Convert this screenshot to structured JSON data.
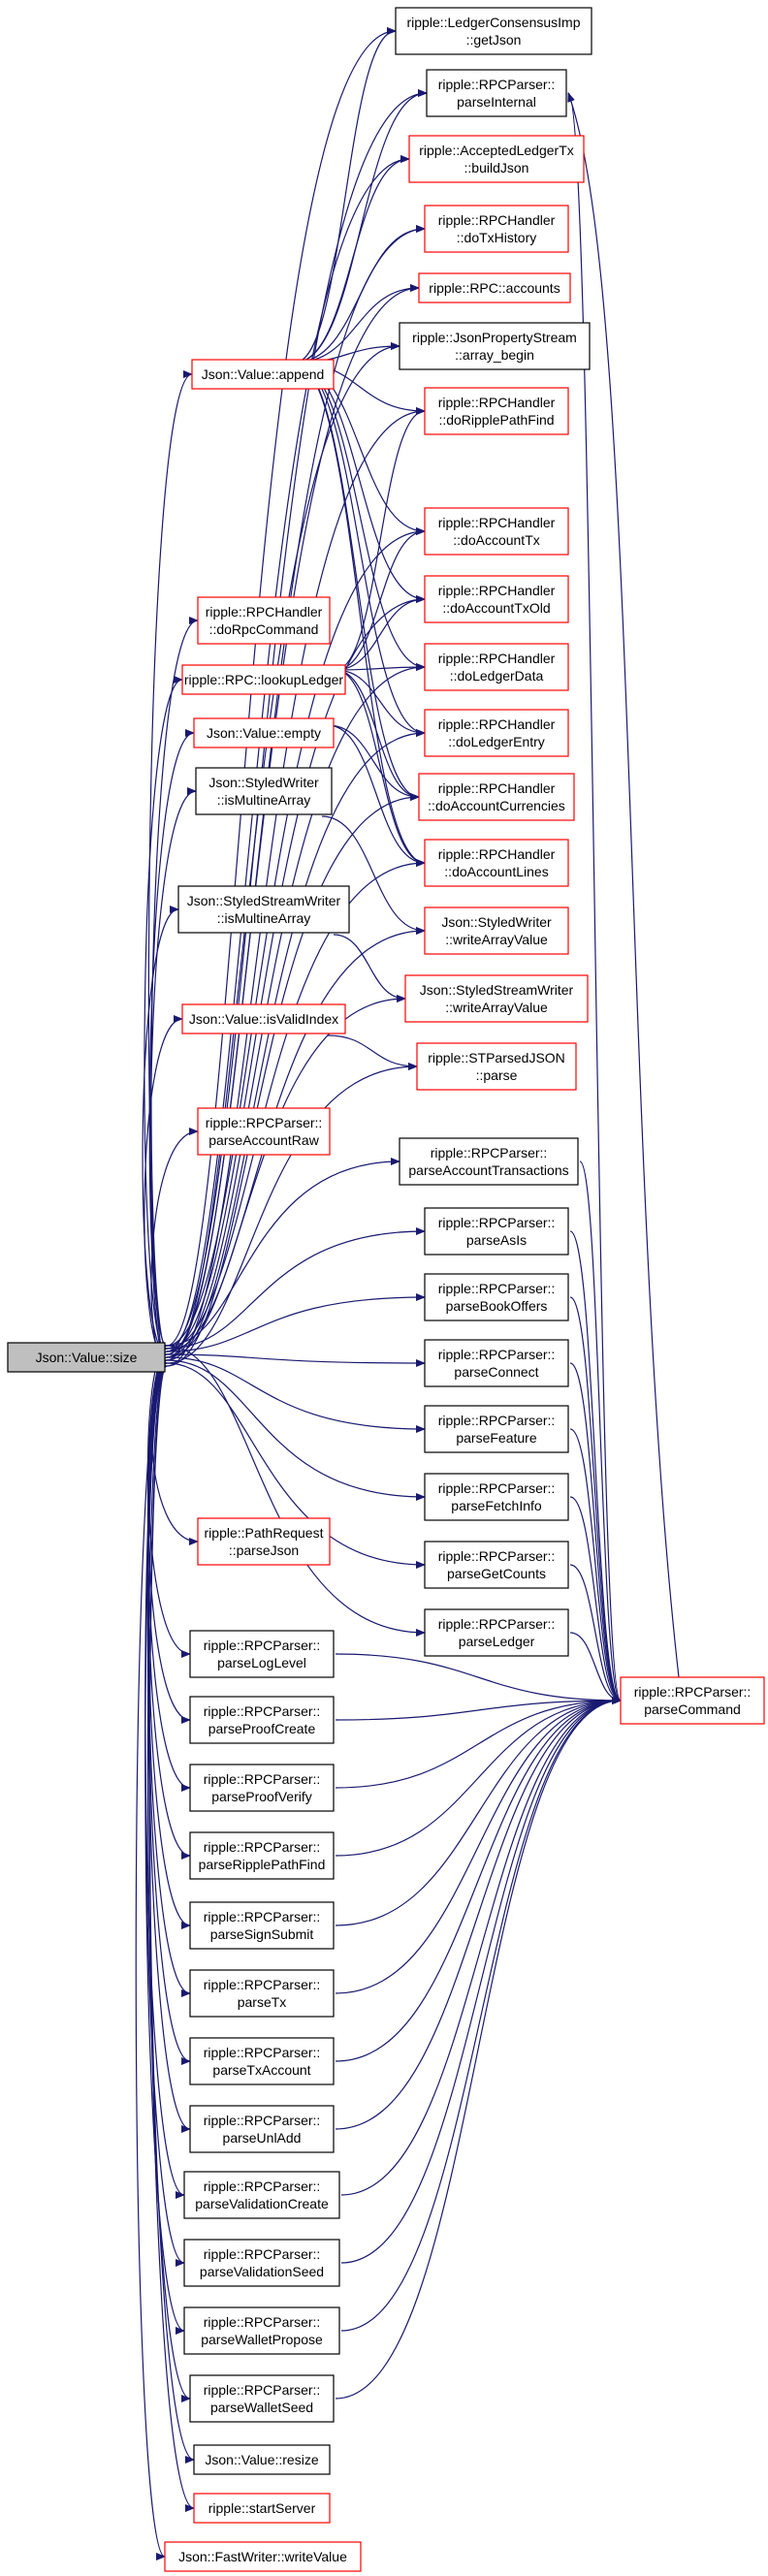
{
  "diagram": {
    "edge_color": "#191970",
    "node_border_colors": {
      "black": "#000000",
      "red": "#ff0000",
      "root_fill": "#bfbfbf"
    },
    "root": {
      "lines": [
        "Json::Value::size"
      ]
    },
    "nodes": [
      {
        "id": "n1",
        "lines": [
          "ripple::LedgerConsensusImp",
          "::getJson"
        ],
        "border": "black"
      },
      {
        "id": "n2",
        "lines": [
          "ripple::RPCParser::",
          "parseInternal"
        ],
        "border": "black"
      },
      {
        "id": "n3",
        "lines": [
          "ripple::AcceptedLedgerTx",
          "::buildJson"
        ],
        "border": "red"
      },
      {
        "id": "n4",
        "lines": [
          "ripple::RPCHandler",
          "::doTxHistory"
        ],
        "border": "red"
      },
      {
        "id": "n5",
        "lines": [
          "ripple::RPC::accounts"
        ],
        "border": "red"
      },
      {
        "id": "n6",
        "lines": [
          "ripple::JsonPropertyStream",
          "::array_begin"
        ],
        "border": "black"
      },
      {
        "id": "n7",
        "lines": [
          "Json::Value::append"
        ],
        "border": "red"
      },
      {
        "id": "n8",
        "lines": [
          "ripple::RPCHandler",
          "::doRipplePathFind"
        ],
        "border": "red"
      },
      {
        "id": "n9",
        "lines": [
          "ripple::RPCHandler",
          "::doAccountTx"
        ],
        "border": "red"
      },
      {
        "id": "n10",
        "lines": [
          "ripple::RPCHandler",
          "::doRpcCommand"
        ],
        "border": "red"
      },
      {
        "id": "n11",
        "lines": [
          "ripple::RPCHandler",
          "::doAccountTxOld"
        ],
        "border": "red"
      },
      {
        "id": "n12",
        "lines": [
          "ripple::RPC::lookupLedger"
        ],
        "border": "red"
      },
      {
        "id": "n13",
        "lines": [
          "ripple::RPCHandler",
          "::doLedgerData"
        ],
        "border": "red"
      },
      {
        "id": "n14",
        "lines": [
          "ripple::RPCHandler",
          "::doLedgerEntry"
        ],
        "border": "red"
      },
      {
        "id": "n15",
        "lines": [
          "Json::Value::empty"
        ],
        "border": "red"
      },
      {
        "id": "n16",
        "lines": [
          "ripple::RPCHandler",
          "::doAccountCurrencies"
        ],
        "border": "red"
      },
      {
        "id": "n17",
        "lines": [
          "Json::StyledWriter",
          "::isMultineArray"
        ],
        "border": "black"
      },
      {
        "id": "n18",
        "lines": [
          "ripple::RPCHandler",
          "::doAccountLines"
        ],
        "border": "red"
      },
      {
        "id": "n19",
        "lines": [
          "Json::StyledWriter",
          "::writeArrayValue"
        ],
        "border": "red"
      },
      {
        "id": "n20",
        "lines": [
          "Json::StyledStreamWriter",
          "::isMultineArray"
        ],
        "border": "black"
      },
      {
        "id": "n21",
        "lines": [
          "Json::StyledStreamWriter",
          "::writeArrayValue"
        ],
        "border": "red"
      },
      {
        "id": "n22",
        "lines": [
          "Json::Value::isValidIndex"
        ],
        "border": "red"
      },
      {
        "id": "n23",
        "lines": [
          "ripple::STParsedJSON",
          "::parse"
        ],
        "border": "red"
      },
      {
        "id": "n24",
        "lines": [
          "ripple::RPCParser::",
          "parseAccountRaw"
        ],
        "border": "red"
      },
      {
        "id": "n25",
        "lines": [
          "ripple::RPCParser::",
          "parseAccountTransactions"
        ],
        "border": "black"
      },
      {
        "id": "n26",
        "lines": [
          "ripple::RPCParser::",
          "parseAsIs"
        ],
        "border": "black"
      },
      {
        "id": "n27",
        "lines": [
          "ripple::RPCParser::",
          "parseBookOffers"
        ],
        "border": "black"
      },
      {
        "id": "n28",
        "lines": [
          "ripple::RPCParser::",
          "parseConnect"
        ],
        "border": "black"
      },
      {
        "id": "n29",
        "lines": [
          "ripple::RPCParser::",
          "parseFeature"
        ],
        "border": "black"
      },
      {
        "id": "n30",
        "lines": [
          "ripple::RPCParser::",
          "parseFetchInfo"
        ],
        "border": "black"
      },
      {
        "id": "n31",
        "lines": [
          "ripple::RPCParser::",
          "parseGetCounts"
        ],
        "border": "black"
      },
      {
        "id": "n32",
        "lines": [
          "ripple::PathRequest",
          "::parseJson"
        ],
        "border": "red"
      },
      {
        "id": "n33",
        "lines": [
          "ripple::RPCParser::",
          "parseLedger"
        ],
        "border": "black"
      },
      {
        "id": "n34",
        "lines": [
          "ripple::RPCParser::",
          "parseLogLevel"
        ],
        "border": "black"
      },
      {
        "id": "n35",
        "lines": [
          "ripple::RPCParser::",
          "parseCommand"
        ],
        "border": "red"
      },
      {
        "id": "n36",
        "lines": [
          "ripple::RPCParser::",
          "parseProofCreate"
        ],
        "border": "black"
      },
      {
        "id": "n37",
        "lines": [
          "ripple::RPCParser::",
          "parseProofVerify"
        ],
        "border": "black"
      },
      {
        "id": "n38",
        "lines": [
          "ripple::RPCParser::",
          "parseRipplePathFind"
        ],
        "border": "black"
      },
      {
        "id": "n39",
        "lines": [
          "ripple::RPCParser::",
          "parseSignSubmit"
        ],
        "border": "black"
      },
      {
        "id": "n40",
        "lines": [
          "ripple::RPCParser::",
          "parseTx"
        ],
        "border": "black"
      },
      {
        "id": "n41",
        "lines": [
          "ripple::RPCParser::",
          "parseTxAccount"
        ],
        "border": "black"
      },
      {
        "id": "n42",
        "lines": [
          "ripple::RPCParser::",
          "parseUnlAdd"
        ],
        "border": "black"
      },
      {
        "id": "n43",
        "lines": [
          "ripple::RPCParser::",
          "parseValidationCreate"
        ],
        "border": "black"
      },
      {
        "id": "n44",
        "lines": [
          "ripple::RPCParser::",
          "parseValidationSeed"
        ],
        "border": "black"
      },
      {
        "id": "n45",
        "lines": [
          "ripple::RPCParser::",
          "parseWalletPropose"
        ],
        "border": "black"
      },
      {
        "id": "n46",
        "lines": [
          "ripple::RPCParser::",
          "parseWalletSeed"
        ],
        "border": "black"
      },
      {
        "id": "n47",
        "lines": [
          "Json::Value::resize"
        ],
        "border": "black"
      },
      {
        "id": "n48",
        "lines": [
          "ripple::startServer"
        ],
        "border": "red"
      },
      {
        "id": "n49",
        "lines": [
          "Json::FastWriter::writeValue"
        ],
        "border": "red"
      }
    ]
  }
}
